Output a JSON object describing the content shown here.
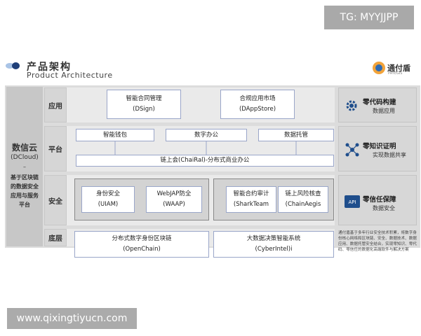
{
  "watermarks": {
    "top": "TG: MYYJJPP",
    "bottom": "www.qixingtiyucn.com"
  },
  "header": {
    "title_cn": "产品架构",
    "title_en": "Product Architecture"
  },
  "logo": {
    "name": "通付盾",
    "sub": "PAYEGIS"
  },
  "colors": {
    "accent_blue": "#2f6cb5",
    "logo_orange": "#f2a33a",
    "box_border": "#9aa6c9"
  },
  "left_column": {
    "title": "数信云",
    "subtitle": "(DCloud)",
    "dash": "–",
    "desc_lines": [
      "基于区块链",
      "的数据安全",
      "应用与服务",
      "平台"
    ]
  },
  "layers": {
    "app": {
      "label": "应用",
      "boxes": [
        {
          "line1": "智能合同管理",
          "line2": "(DSign)"
        },
        {
          "line1": "合规应用市场",
          "line2": "(DAppStore)"
        }
      ],
      "right": {
        "icon": "gear-code-icon",
        "title": "零代码构建",
        "subtitle": "数据应用"
      }
    },
    "platform": {
      "label": "平台",
      "boxes": [
        "智能钱包",
        "数字办公",
        "数据托管"
      ],
      "bar": "链上会(ChaiRal)-分布式商业办公",
      "right": {
        "icon": "network-nodes-icon",
        "title": "零知识证明",
        "subtitle": "实现数据共享"
      }
    },
    "security": {
      "label": "安全",
      "group1": [
        {
          "line1": "身份安全",
          "line2": "(UIAM)"
        },
        {
          "line1": "WebJAP防全",
          "line2": "(WAAP)"
        }
      ],
      "group2": [
        {
          "line1": "智能合约审计",
          "line2": "(SharkTeam"
        },
        {
          "line1": "链上风险核查",
          "line2": "(ChainAegis"
        }
      ],
      "right": {
        "icon": "api-icon",
        "title": "零信任保障",
        "subtitle": "数据安全"
      }
    },
    "base": {
      "label": "底层",
      "boxes": [
        {
          "line1": "分布式数字身份区块链",
          "line2": "(OpenChain)"
        },
        {
          "line1": "大数据决策智能系统",
          "line2": "(CyberIntel)i"
        }
      ],
      "note": "通付盾基于多年行业安全技术积累，将数字身份核心网络和区块链、安全、数据技术、数据应用、数据托管安全结合，实现零知识、零代码、零信任的数据化高端软件与解决方案"
    }
  }
}
